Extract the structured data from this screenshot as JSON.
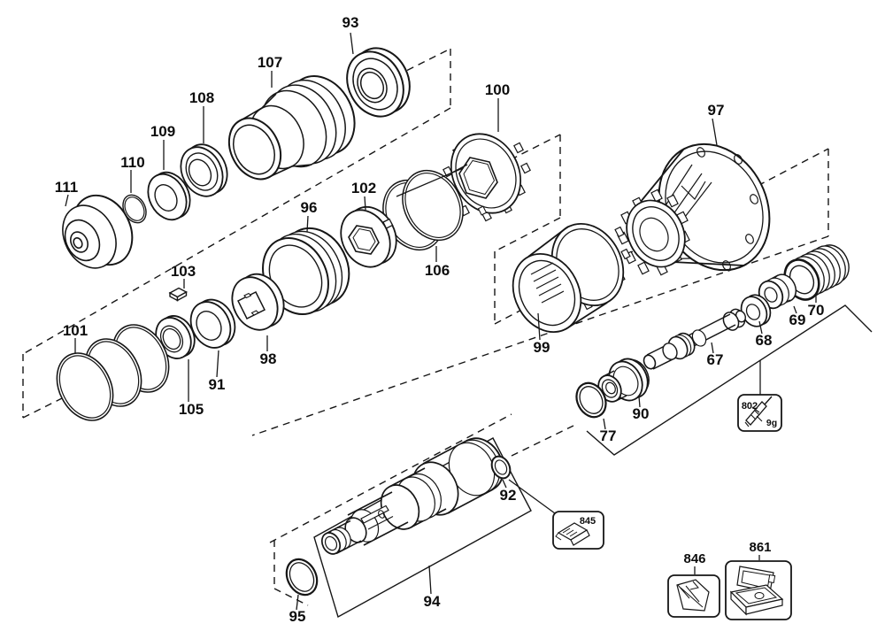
{
  "part_labels": {
    "67": "67",
    "68": "68",
    "69": "69",
    "70": "70",
    "77": "77",
    "90": "90",
    "91": "91",
    "92": "92",
    "93": "93",
    "94": "94",
    "95": "95",
    "96": "96",
    "97": "97",
    "98": "98",
    "99": "99",
    "100": "100",
    "101": "101",
    "102": "102",
    "103": "103",
    "105": "105",
    "106": "106",
    "107": "107",
    "108": "108",
    "109": "109",
    "110": "110",
    "111": "111"
  },
  "callouts": {
    "grease": {
      "part_number": "802",
      "quantity": "9g"
    },
    "clip": {
      "part_number": "845"
    },
    "bag": {
      "part_number": "846"
    },
    "kitbox": {
      "part_number": "861"
    }
  },
  "icons": {
    "grease": "grease-tube-icon",
    "clip": "belt-clip-icon",
    "bag": "parts-bag-icon",
    "kitbox": "kitbox-icon"
  }
}
